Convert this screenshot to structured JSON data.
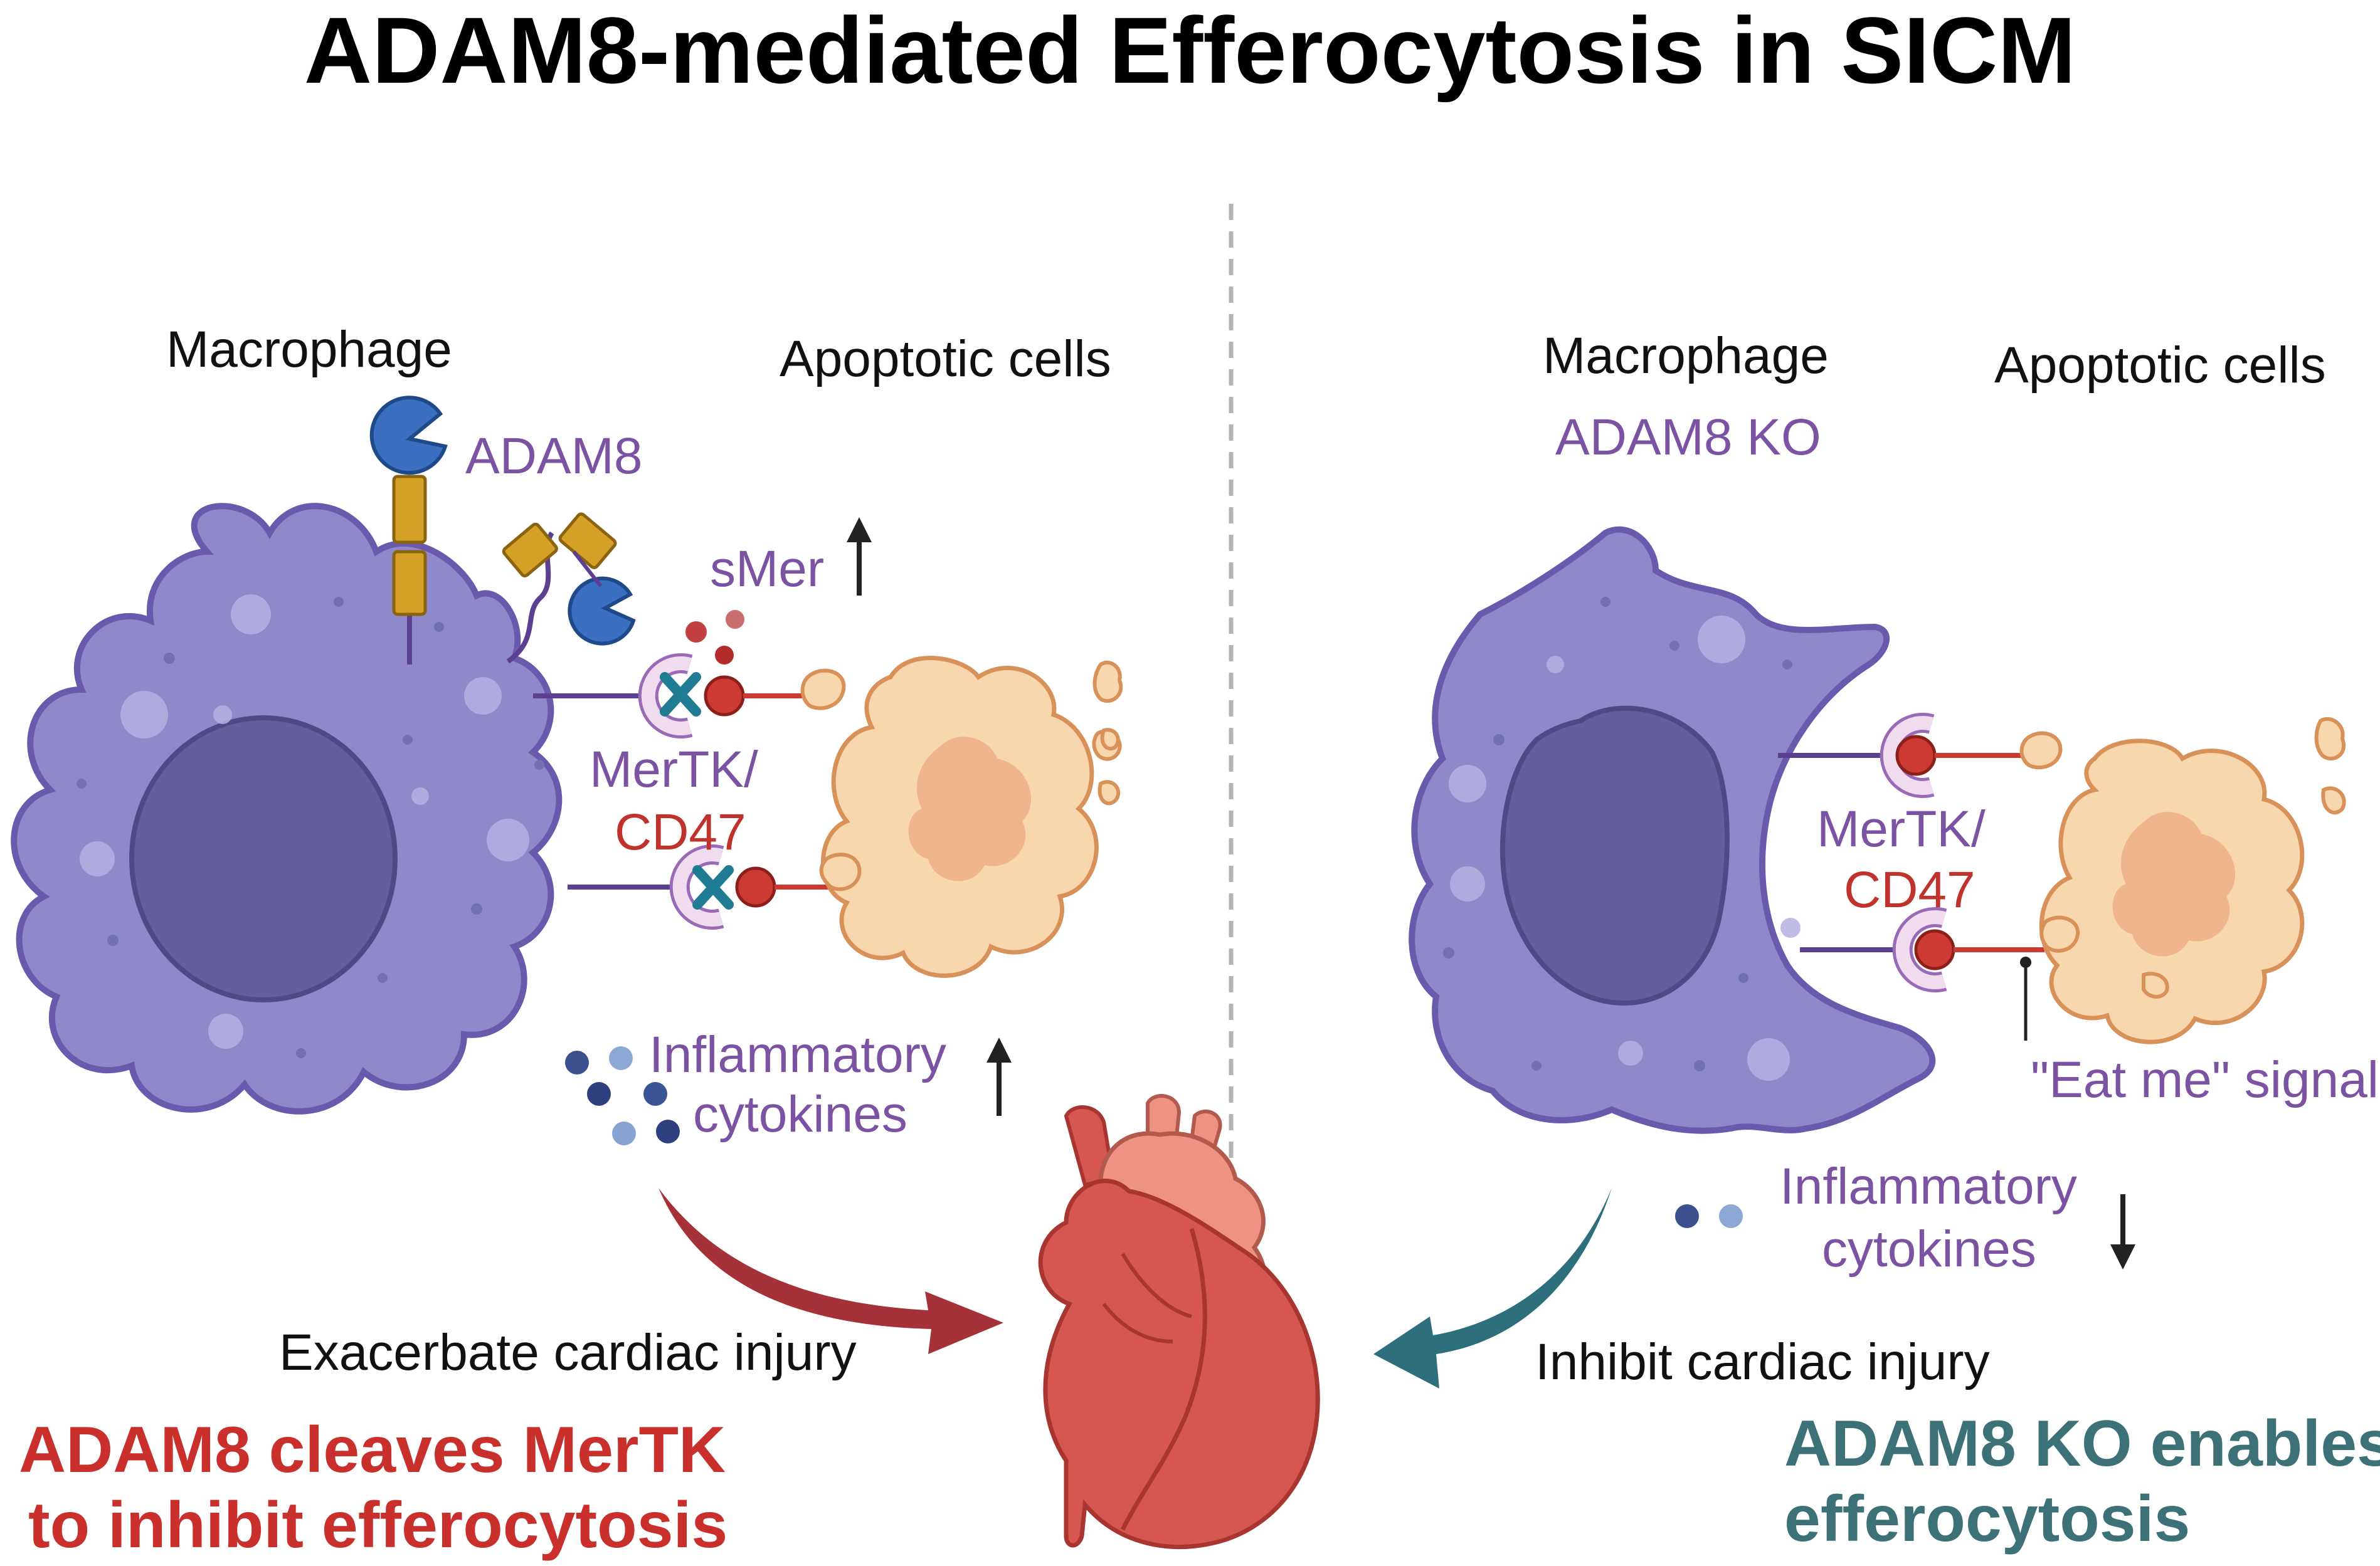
{
  "title": "ADAM8-mediated Efferocytosis in SICM",
  "left": {
    "macrophage_label": "Macrophage",
    "apoptotic_label": "Apoptotic cells",
    "adam8_label": "ADAM8",
    "smer_label": "sMer",
    "receptor_label_1": "MerTK/",
    "receptor_label_2": "CD47",
    "cytokine_label_1": "Inflammatory",
    "cytokine_label_2": "cytokines",
    "effect_label": "Exacerbate cardiac injury",
    "conclusion_1": "ADAM8 cleaves MerTK",
    "conclusion_2": "to inhibit efferocytosis"
  },
  "right": {
    "macrophage_label": "Macrophage",
    "ko_label": "ADAM8 KO",
    "apoptotic_label": "Apoptotic cells",
    "receptor_label_1": "MerTK/",
    "receptor_label_2": "CD47",
    "eatme_label": "\"Eat me\" signal",
    "cytokine_label_1": "Inflammatory",
    "cytokine_label_2": "cytokines",
    "effect_label": "Inhibit cardiac injury",
    "conclusion_1": "ADAM8 KO enables",
    "conclusion_2": "efferocytosis"
  },
  "colors": {
    "macrophage_fill": "#8f89cc",
    "macrophage_stroke": "#6a5aae",
    "nucleus_fill": "#625f9b",
    "apoptotic_fill": "#f9d7ae",
    "apoptotic_stroke": "#d9915a",
    "adam8_yellow": "#d4a026",
    "adam8_blue": "#3b6fc0",
    "mertk_fill": "#efdcef",
    "cd47_red": "#cc3a33",
    "block_x": "#1f7c92",
    "heart_red": "#d65752",
    "heart_pink": "#ee9283",
    "arrow_red": "#a43238",
    "arrow_teal": "#2d6f7d",
    "text_purple": "#7c52a3",
    "text_red": "#c0332d",
    "teal_text": "#3d7178"
  }
}
